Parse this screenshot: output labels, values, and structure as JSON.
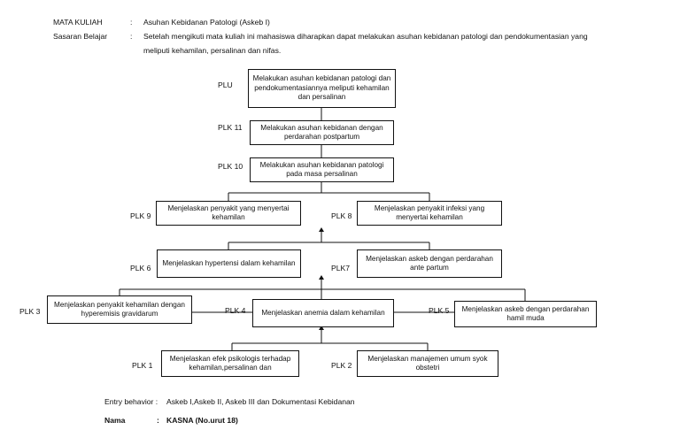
{
  "header": {
    "mk_label": "MATA KULIAH",
    "colon1": ":",
    "mk_value": "Asuhan Kebidanan Patologi (Askeb I)",
    "sb_label": "Sasaran Belajar",
    "colon2": ":",
    "sb_line1": "Setelah mengikuti mata kuliah ini mahasiswa diharapkan dapat melakukan asuhan kebidanan patologi dan pendokumentasian yang",
    "sb_line2": "meliputi kehamilan, persalinan dan nifas."
  },
  "nodes": {
    "plu": {
      "label": "PLU",
      "text": "Melakukan asuhan kebidanan patologi dan pendokumentasiannya meliputi kehamilan dan persalinan"
    },
    "plk11": {
      "label": "PLK 11",
      "text": "Melakukan asuhan kebidanan dengan perdarahan postpartum"
    },
    "plk10": {
      "label": "PLK 10",
      "text": "Melakukan asuhan kebidanan patologi pada masa persalinan"
    },
    "plk9": {
      "label": "PLK 9",
      "text": "Menjelaskan penyakit yang menyertai kehamilan"
    },
    "plk8": {
      "label": "PLK 8",
      "text": "Menjelaskan penyakit infeksi yang menyertai kehamilan"
    },
    "plk6": {
      "label": "PLK 6",
      "text": "Menjelaskan hypertensi dalam kehamilan"
    },
    "plk7": {
      "label": "PLK7",
      "text": "Menjelaskan askeb dengan perdarahan ante partum"
    },
    "plk3": {
      "label": "PLK 3",
      "text": "Menjelaskan penyakit kehamilan dengan hyperemisis gravidarum"
    },
    "plk4": {
      "label": "PLK 4",
      "text": "Menjelaskan anemia dalam kehamilan"
    },
    "plk5": {
      "label": "PLK 5",
      "text": "Menjelaskan askeb dengan perdarahan hamil muda"
    },
    "plk1": {
      "label": "PLK 1",
      "text": "Menjelaskan efek psikologis terhadap kehamilan,persalinan dan"
    },
    "plk2": {
      "label": "PLK 2",
      "text": "Menjelaskan manajemen umum syok obstetri"
    }
  },
  "footer": {
    "entry_label": "Entry behavior :",
    "entry_value": "Askeb I,Askeb II, Askeb III dan Dokumentasi Kebidanan",
    "nama_label": "Nama",
    "nama_colon": ":",
    "nama_value": "KASNA (No.urut 18)"
  }
}
